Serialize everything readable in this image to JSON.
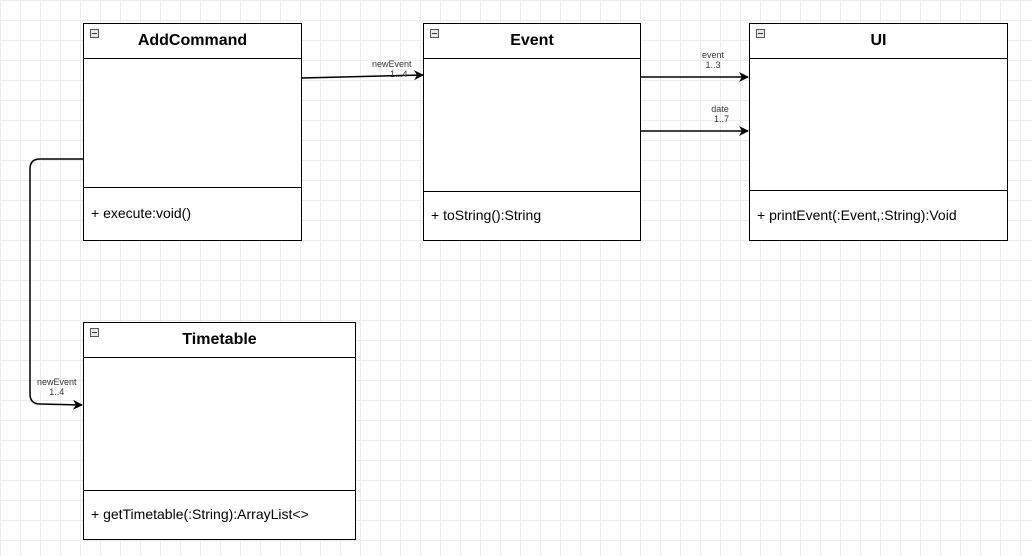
{
  "classes": {
    "addcommand": {
      "name": "AddCommand",
      "method": "+ execute:void()"
    },
    "event": {
      "name": "Event",
      "method": "+ toString():String"
    },
    "ui": {
      "name": "UI",
      "method": "+ printEvent(:Event,:String):Void"
    },
    "timetable": {
      "name": "Timetable",
      "method": "+ getTimetable(:String):ArrayList<>"
    }
  },
  "edges": {
    "addcommand_event": {
      "role": "newEvent",
      "multiplicity": "1...4"
    },
    "event_ui_event": {
      "role": "event",
      "multiplicity": "1..3"
    },
    "event_ui_date": {
      "role": "date",
      "multiplicity": "1..7"
    },
    "addcommand_timetable": {
      "role": "newEvent",
      "multiplicity": "1..4"
    }
  },
  "colors": {
    "line": "#000000",
    "grid": "#ececec",
    "collapse_button": "#e8e8e8"
  },
  "icons": {
    "collapse": "minus-square-icon"
  }
}
